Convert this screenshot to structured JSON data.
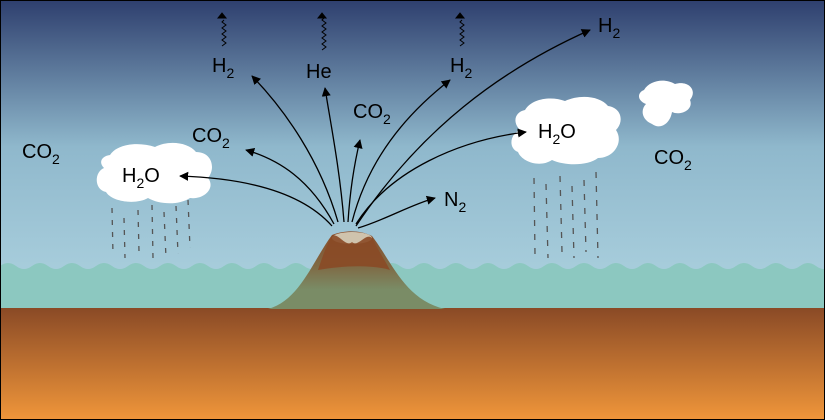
{
  "labels": {
    "h2_left": {
      "base": "H",
      "sub": "2"
    },
    "he": {
      "base": "He"
    },
    "h2_mid": {
      "base": "H",
      "sub": "2"
    },
    "h2_right": {
      "base": "H",
      "sub": "2"
    },
    "co2_upper_left": {
      "base": "CO",
      "sub": "2"
    },
    "co2_center": {
      "base": "CO",
      "sub": "2"
    },
    "co2_far_left": {
      "base": "CO",
      "sub": "2"
    },
    "co2_far_right": {
      "base": "CO",
      "sub": "2"
    },
    "h2o_left_cloud": {
      "base": "H",
      "sub": "2",
      "tail": "O"
    },
    "h2o_right_cloud": {
      "base": "H",
      "sub": "2",
      "tail": "O"
    },
    "n2": {
      "base": "N",
      "sub": "2"
    }
  },
  "colors": {
    "sky_top": "#2e3f6e",
    "sky_mid": "#8fb8cc",
    "sky_bottom": "#c4e6ee",
    "ocean": "#8cc8c0",
    "ground_top": "#8a4a26",
    "ground_bottom": "#f0963a",
    "volcano_base": "#7a8c66",
    "volcano_top": "#8a4a26",
    "crater": "#cfc3ad",
    "cloud": "#ffffff",
    "arrow": "#000000",
    "rain": "#555555"
  }
}
